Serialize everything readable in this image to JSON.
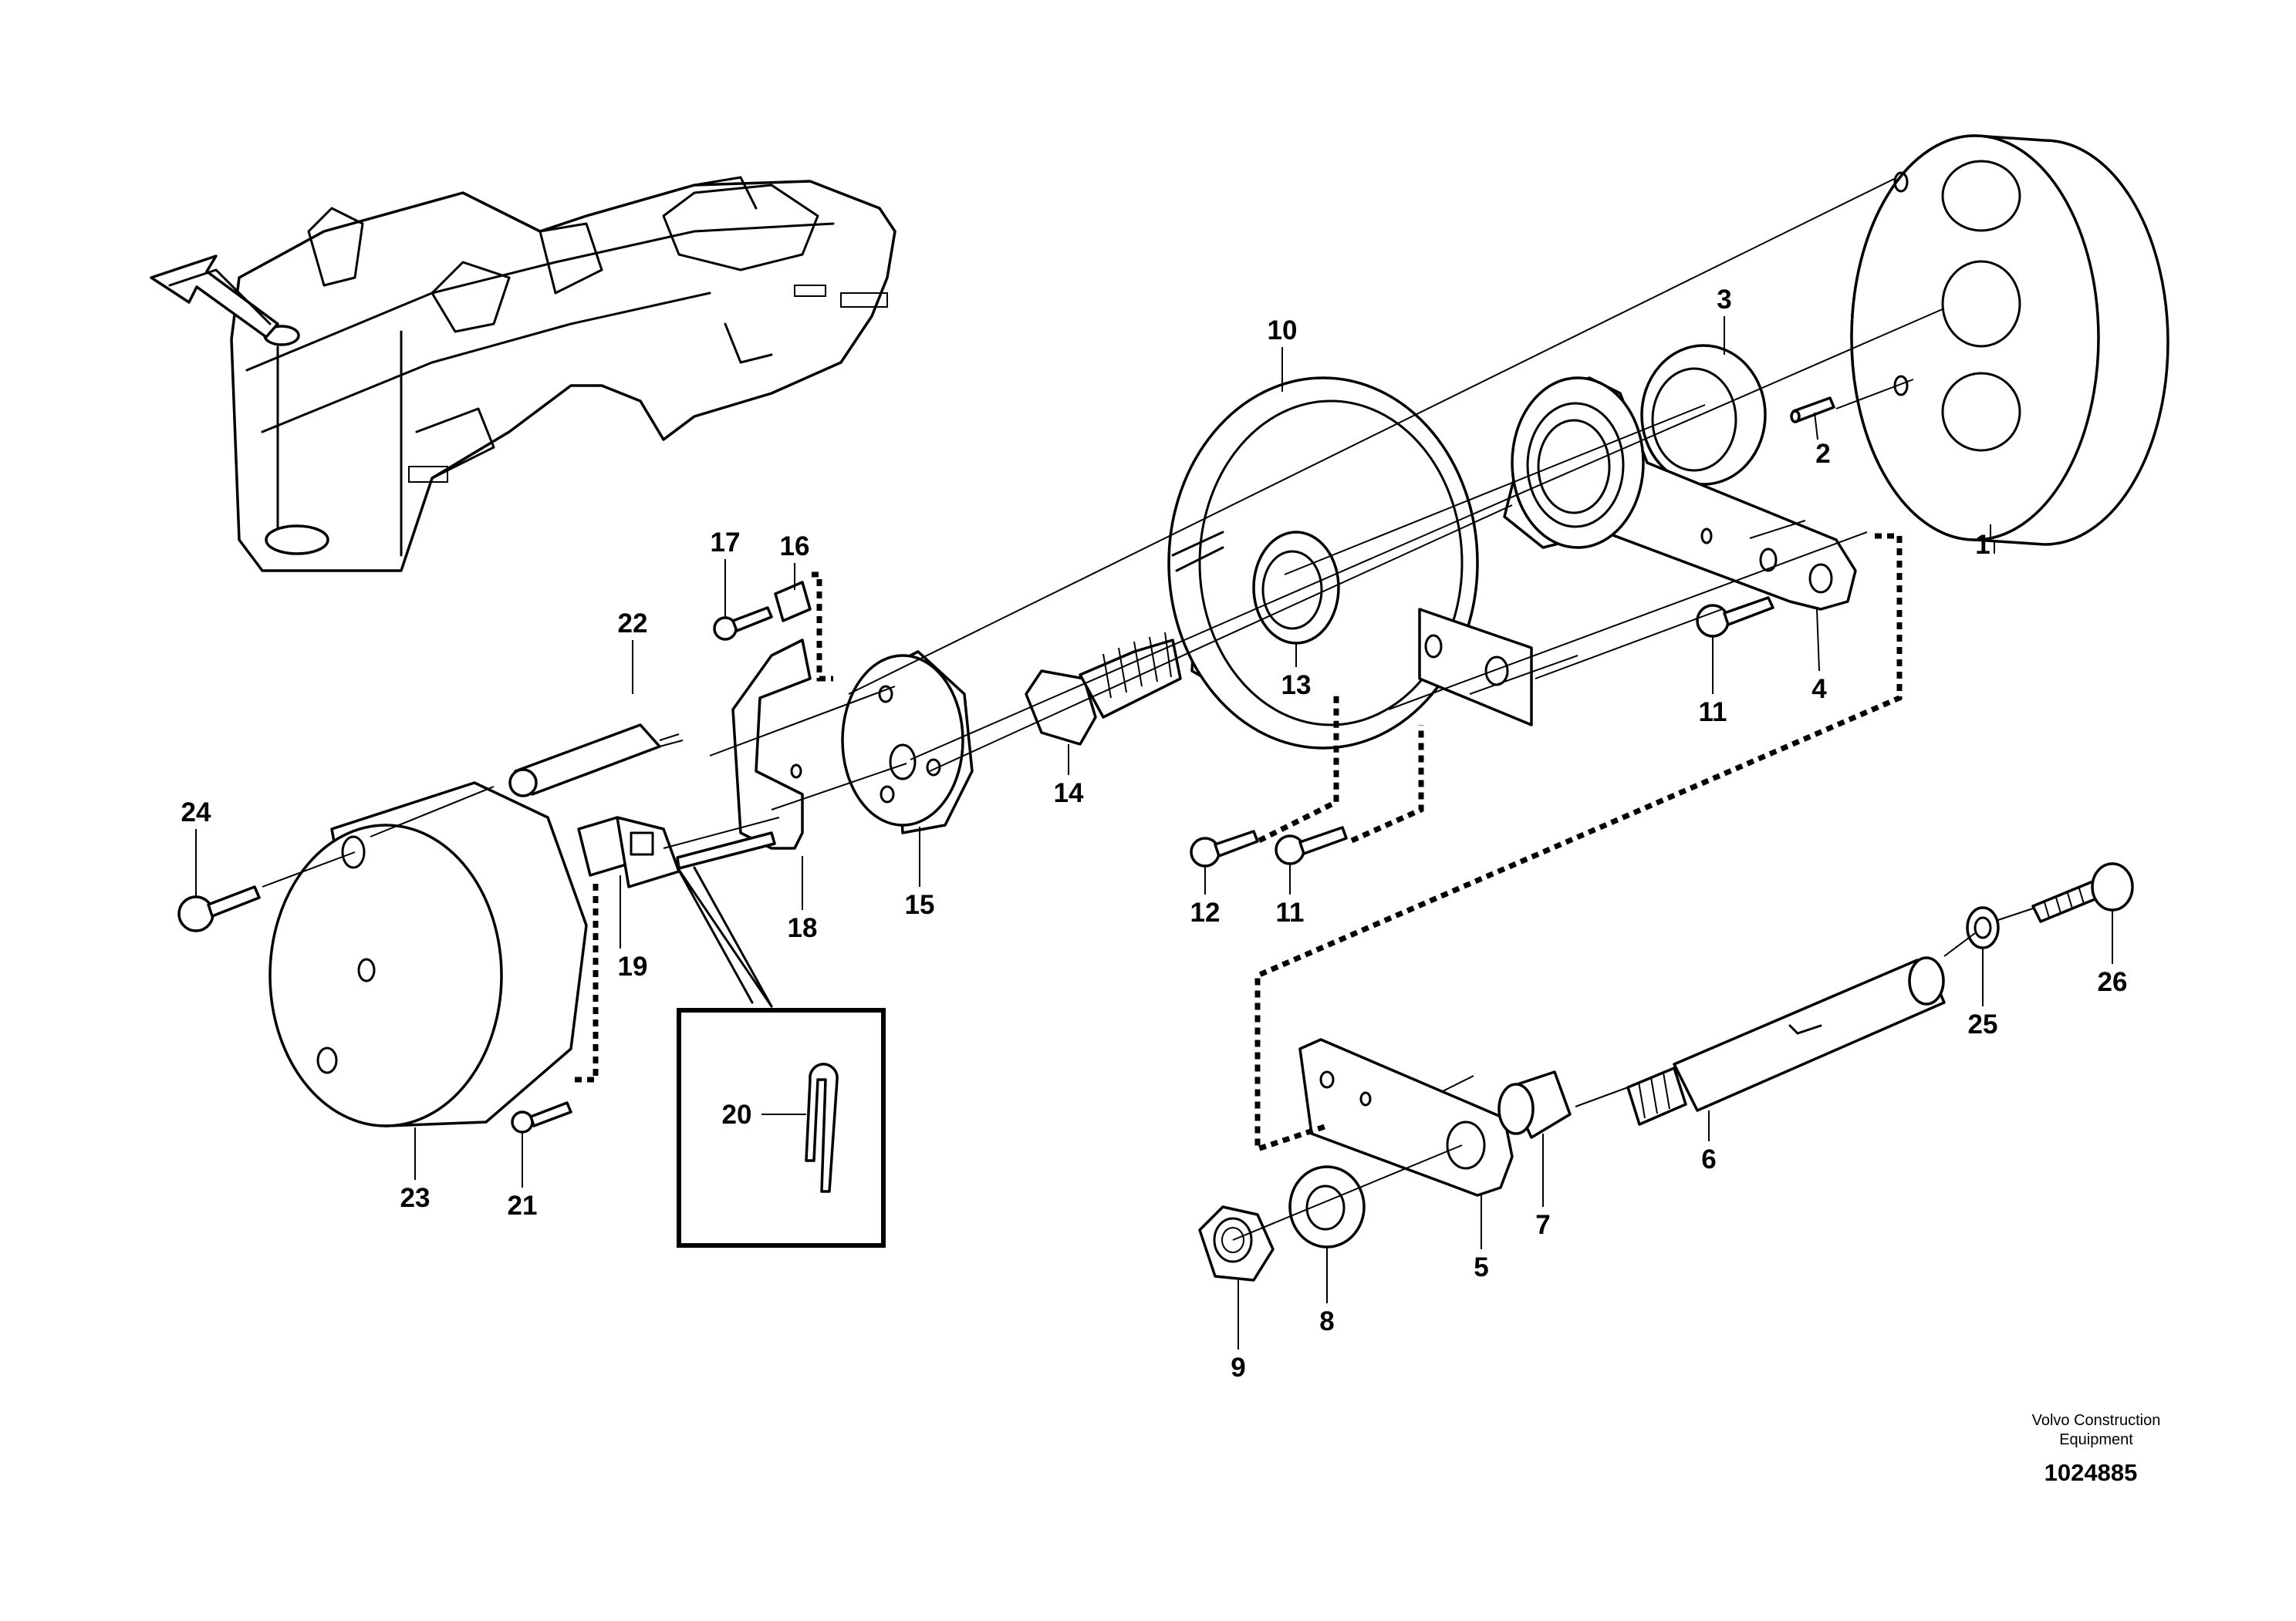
{
  "diagram": {
    "parts": [
      {
        "id": "p1",
        "label": "1"
      },
      {
        "id": "p2",
        "label": "2"
      },
      {
        "id": "p3",
        "label": "3"
      },
      {
        "id": "p4",
        "label": "4"
      },
      {
        "id": "p5",
        "label": "5"
      },
      {
        "id": "p6",
        "label": "6"
      },
      {
        "id": "p7",
        "label": "7"
      },
      {
        "id": "p8",
        "label": "8"
      },
      {
        "id": "p9",
        "label": "9"
      },
      {
        "id": "p10",
        "label": "10"
      },
      {
        "id": "p11a",
        "label": "11"
      },
      {
        "id": "p11b",
        "label": "11"
      },
      {
        "id": "p12",
        "label": "12"
      },
      {
        "id": "p13",
        "label": "13"
      },
      {
        "id": "p14",
        "label": "14"
      },
      {
        "id": "p15",
        "label": "15"
      },
      {
        "id": "p16",
        "label": "16"
      },
      {
        "id": "p17",
        "label": "17"
      },
      {
        "id": "p18",
        "label": "18"
      },
      {
        "id": "p19",
        "label": "19"
      },
      {
        "id": "p20",
        "label": "20"
      },
      {
        "id": "p21",
        "label": "21"
      },
      {
        "id": "p22",
        "label": "22"
      },
      {
        "id": "p23",
        "label": "23"
      },
      {
        "id": "p24",
        "label": "24"
      },
      {
        "id": "p25",
        "label": "25"
      },
      {
        "id": "p26",
        "label": "26"
      }
    ],
    "credit_line1": "Volvo Construction",
    "credit_line2": "Equipment",
    "document_number": "1024885"
  }
}
